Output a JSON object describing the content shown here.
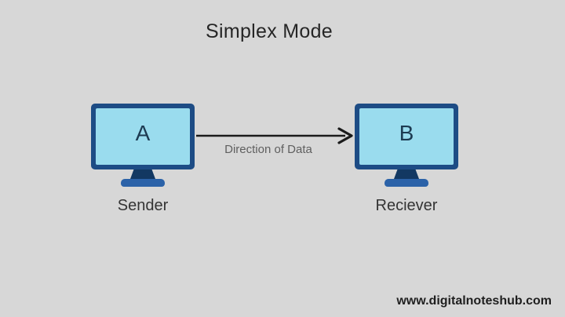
{
  "title": "Simplex Mode",
  "colors": {
    "background": "#d7d7d7",
    "monitor_frame": "#1d4c85",
    "monitor_screen": "#9adcee",
    "stand_neck": "#123862",
    "stand_base": "#2b62a8",
    "arrow": "#1a1a1a",
    "label_text": "#343434",
    "screen_letter": "#1d3b52",
    "muted_text": "#5f5f5f",
    "watermark": "#1f1f1f"
  },
  "nodes": [
    {
      "id": "A",
      "screen_label": "A",
      "caption": "Sender"
    },
    {
      "id": "B",
      "screen_label": "B",
      "caption": "Reciever"
    }
  ],
  "arrow": {
    "label": "Direction of Data",
    "direction": "left-to-right"
  },
  "watermark": "www.digitalnoteshub.com"
}
